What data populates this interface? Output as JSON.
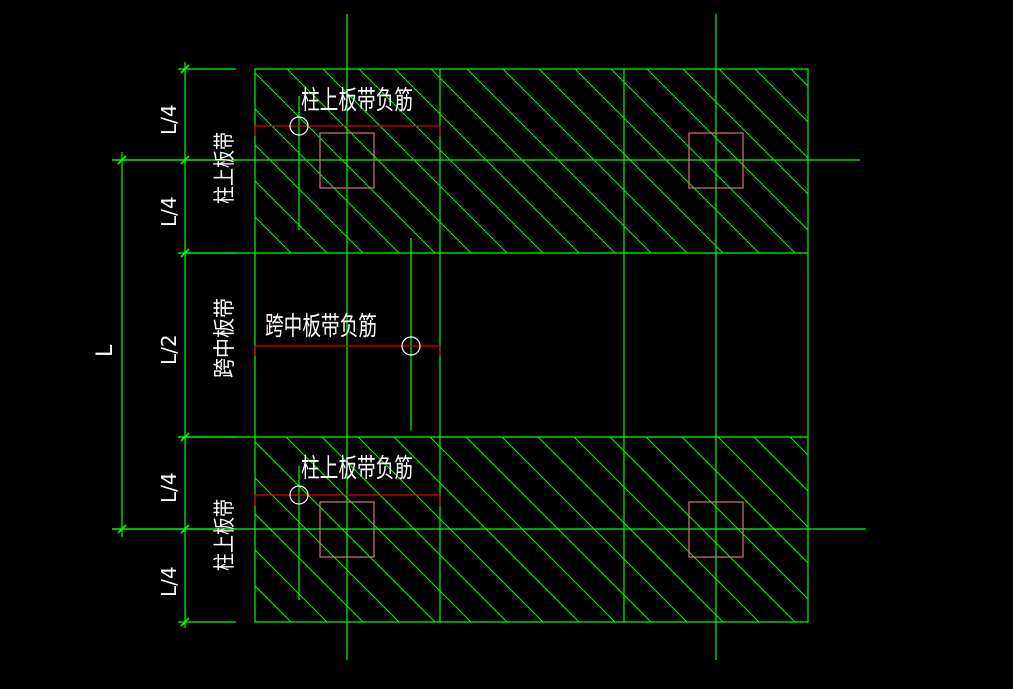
{
  "colors": {
    "background": "#000000",
    "line": "#00ff00",
    "text": "#ffffff",
    "rebar": "#e00000",
    "column": "#e0707a"
  },
  "labels": {
    "column_strip_rebar_top": "柱上板带负筋",
    "middle_strip_rebar": "跨中板带负筋",
    "column_strip_rebar_bottom": "柱上板带负筋",
    "column_strip_top": "柱上板带",
    "middle_strip": "跨中板带",
    "column_strip_bottom": "柱上板带"
  },
  "dimensions": {
    "total": "L",
    "seg1": "L/4",
    "seg2": "L/4",
    "seg3": "L/2",
    "seg4": "L/4",
    "seg5": "L/4"
  }
}
